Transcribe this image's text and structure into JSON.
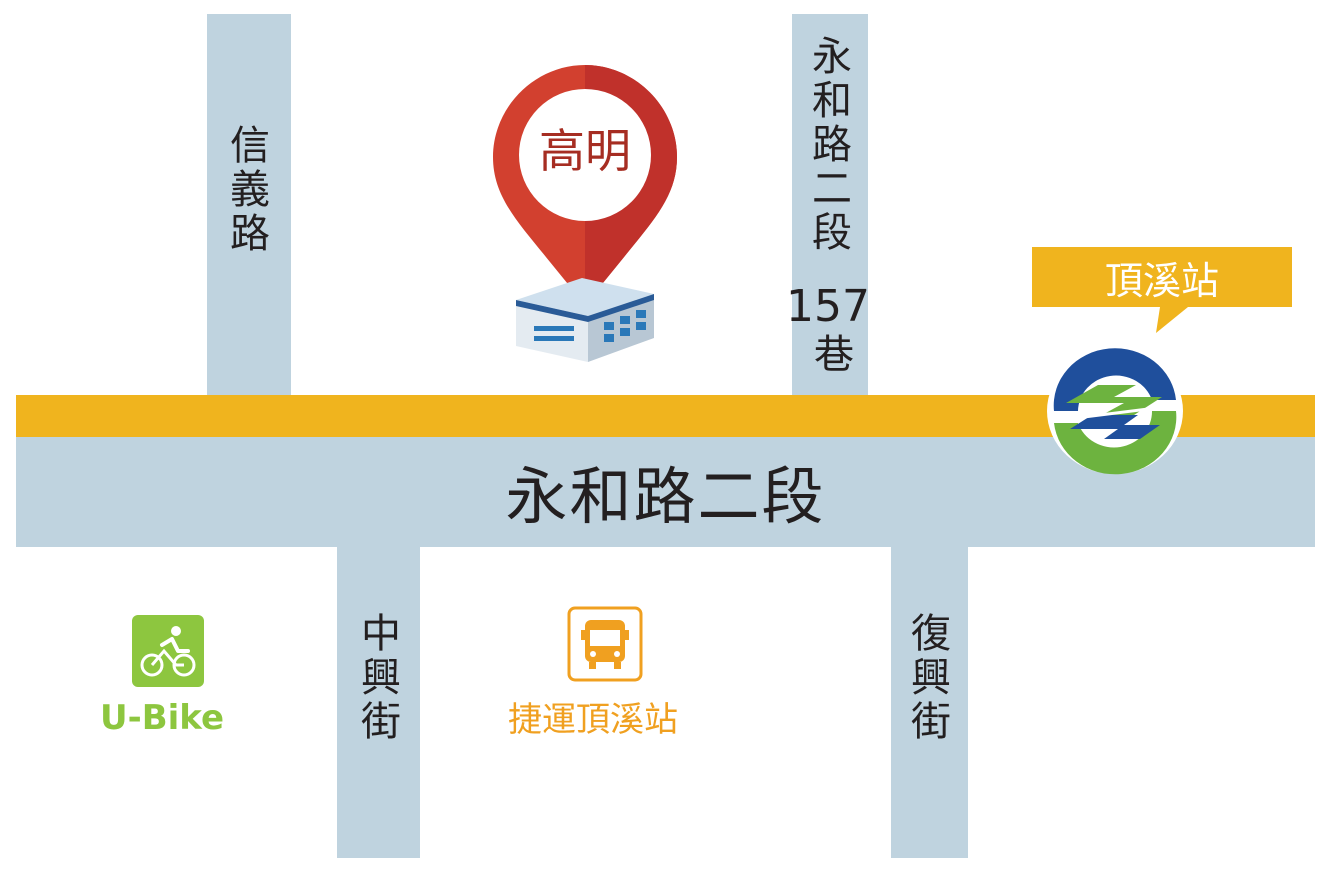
{
  "colors": {
    "road": "#bfd3df",
    "main_road_stripe": "#f0b41e",
    "pin_red": "#d2402f",
    "pin_text": "#a62d22",
    "callout_yellow": "#f0b41e",
    "ubike_green": "#8dc63f",
    "bus_orange": "#f0a020",
    "metro_blue": "#1f4f9c",
    "metro_green": "#6db33f"
  },
  "roads": {
    "main": "永和路二段",
    "xinyi": "信義路",
    "lane": "永和路二段",
    "lane_number": "157",
    "lane_suffix": "巷",
    "zhongxing": "中興街",
    "fuxing": "復興街"
  },
  "landmarks": {
    "destination_pin": "高明",
    "metro_station": "頂溪站",
    "bus_stop": "捷運頂溪站",
    "ubike": "U-Bike"
  },
  "icons": {
    "destination": "location-pin-icon",
    "building": "office-building-icon",
    "metro": "taipei-metro-logo-icon",
    "bus": "bus-icon",
    "ubike": "bicycle-icon"
  }
}
